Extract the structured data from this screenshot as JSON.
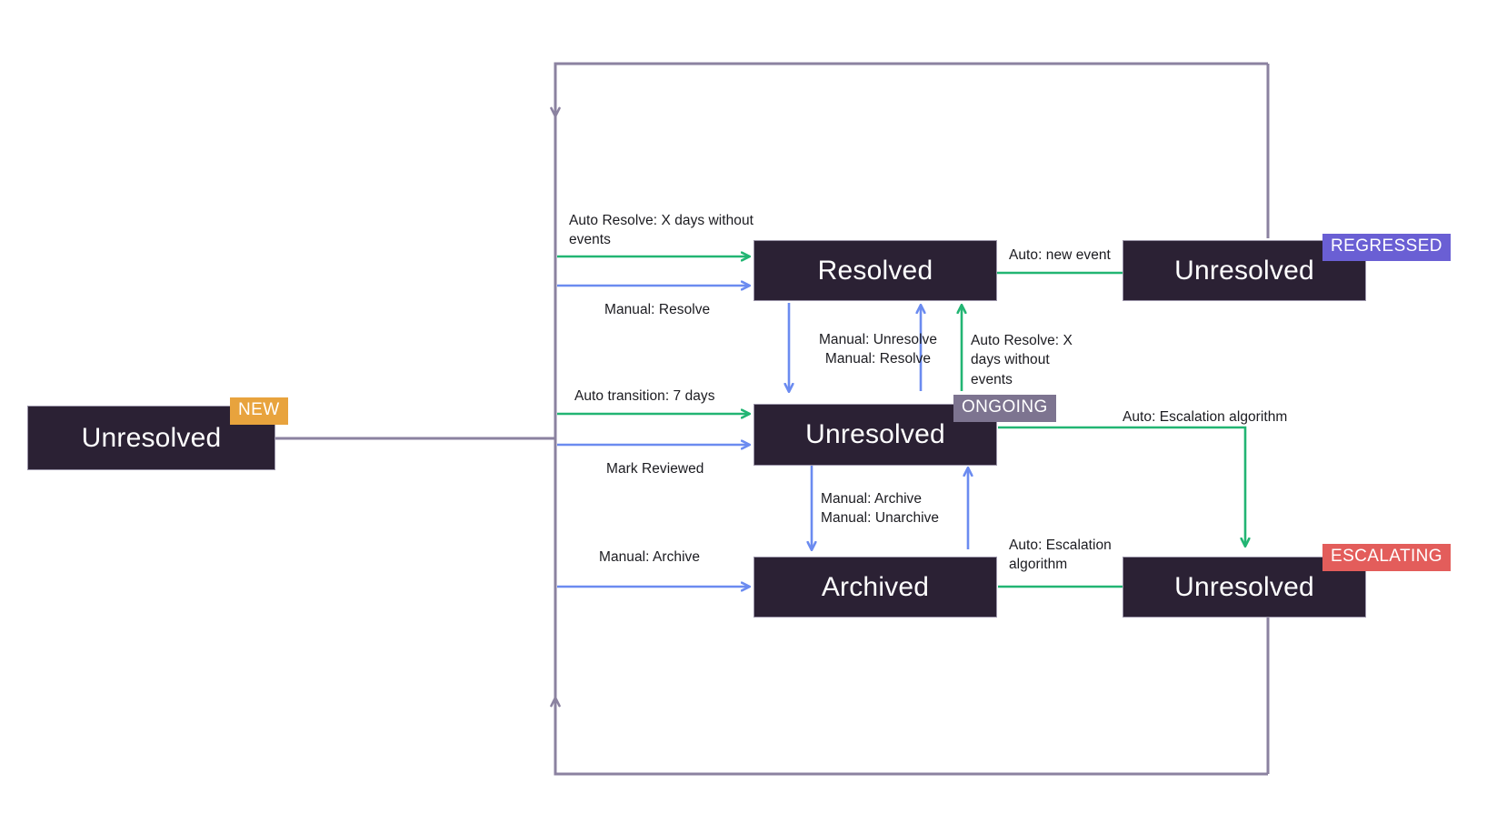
{
  "diagram": {
    "title": "Issue state transition diagram",
    "colors": {
      "node_fill": "#2b2134",
      "node_text": "#ffffff",
      "auto_edge": "#22b573",
      "manual_edge": "#6b8bf0",
      "loop_edge": "#8b82a0",
      "badge_new": "#e8a33d",
      "badge_ongoing": "#7d7490",
      "badge_regressed": "#6a5fd4",
      "badge_escalating": "#e35d5b"
    },
    "nodes": [
      {
        "id": "new_unresolved",
        "label": "Unresolved",
        "badge": "NEW"
      },
      {
        "id": "resolved",
        "label": "Resolved",
        "badge": ""
      },
      {
        "id": "ongoing_unresolved",
        "label": "Unresolved",
        "badge": "ONGOING"
      },
      {
        "id": "archived",
        "label": "Archived",
        "badge": ""
      },
      {
        "id": "regressed_unresolved",
        "label": "Unresolved",
        "badge": "REGRESSED"
      },
      {
        "id": "escalating_unresolved",
        "label": "Unresolved",
        "badge": "ESCALATING"
      }
    ],
    "badges": {
      "new": "NEW",
      "ongoing": "ONGOING",
      "regressed": "REGRESSED",
      "escalating": "ESCALATING"
    },
    "edges": [
      {
        "id": "e1",
        "from": "new_unresolved",
        "to": "resolved",
        "kind": "auto",
        "label": "Auto Resolve: X days without\nevents"
      },
      {
        "id": "e2",
        "from": "new_unresolved",
        "to": "resolved",
        "kind": "manual",
        "label": "Manual: Resolve"
      },
      {
        "id": "e3",
        "from": "new_unresolved",
        "to": "ongoing_unresolved",
        "kind": "auto",
        "label": "Auto transition: 7 days"
      },
      {
        "id": "e4",
        "from": "new_unresolved",
        "to": "ongoing_unresolved",
        "kind": "manual",
        "label": "Mark Reviewed"
      },
      {
        "id": "e5",
        "from": "new_unresolved",
        "to": "archived",
        "kind": "manual",
        "label": "Manual: Archive"
      },
      {
        "id": "e6",
        "from": "resolved",
        "to": "regressed_unresolved",
        "kind": "auto",
        "label": "Auto: new event"
      },
      {
        "id": "e7",
        "from": "resolved",
        "to": "ongoing_unresolved",
        "kind": "manual",
        "label": "Manual: Unresolve\nManual: Resolve"
      },
      {
        "id": "e8",
        "from": "ongoing_unresolved",
        "to": "resolved",
        "kind": "auto",
        "label": "Auto Resolve: X\ndays without\nevents"
      },
      {
        "id": "e9",
        "from": "ongoing_unresolved",
        "to": "archived",
        "kind": "manual",
        "label": "Manual: Archive\nManual: Unarchive"
      },
      {
        "id": "e10",
        "from": "ongoing_unresolved",
        "to": "escalating_unresolved",
        "kind": "auto",
        "label": "Auto: Escalation algorithm"
      },
      {
        "id": "e11",
        "from": "archived",
        "to": "escalating_unresolved",
        "kind": "auto",
        "label": "Auto: Escalation\nalgorithm"
      }
    ],
    "labels": {
      "auto_resolve_x_days_top": "Auto Resolve: X days without\nevents",
      "manual_resolve": "Manual: Resolve",
      "auto_transition_7_days": "Auto transition: 7 days",
      "mark_reviewed": "Mark Reviewed",
      "manual_archive_left": "Manual: Archive",
      "auto_new_event": "Auto: new event",
      "manual_unresolve_resolve": "Manual: Unresolve\nManual: Resolve",
      "auto_resolve_x_days_mid": "Auto Resolve: X\ndays without\nevents",
      "manual_archive_unarchive": "Manual: Archive\nManual: Unarchive",
      "auto_escalation_algorithm_top": "Auto: Escalation algorithm",
      "auto_escalation_algorithm_bottom": "Auto: Escalation\nalgorithm"
    },
    "node_labels": {
      "new_unresolved": "Unresolved",
      "resolved": "Resolved",
      "ongoing_unresolved": "Unresolved",
      "archived": "Archived",
      "regressed_unresolved": "Unresolved",
      "escalating_unresolved": "Unresolved"
    }
  }
}
